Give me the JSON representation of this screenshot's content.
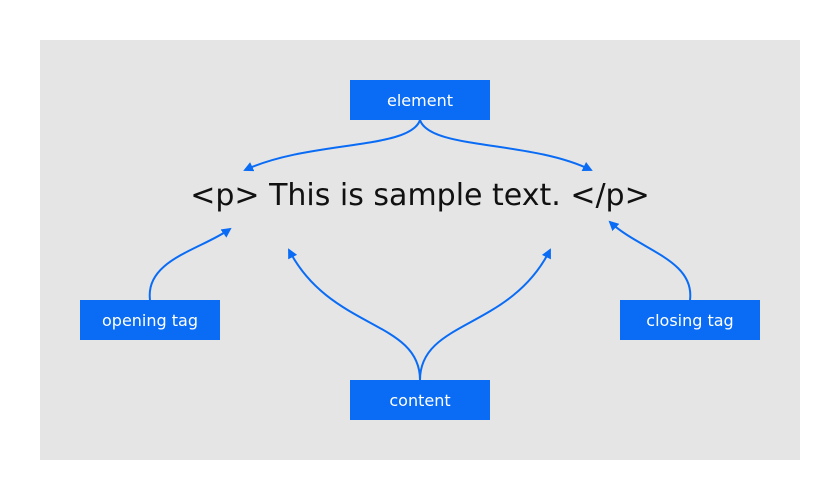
{
  "colors": {
    "accent": "#0a6cf5",
    "panel_bg": "#e5e5e6",
    "text": "#111111",
    "box_text": "#ffffff"
  },
  "diagram": {
    "code_text": "<p> This is sample text. </p>",
    "labels": {
      "element": "element",
      "opening_tag": "opening tag",
      "closing_tag": "closing tag",
      "content": "content"
    }
  }
}
